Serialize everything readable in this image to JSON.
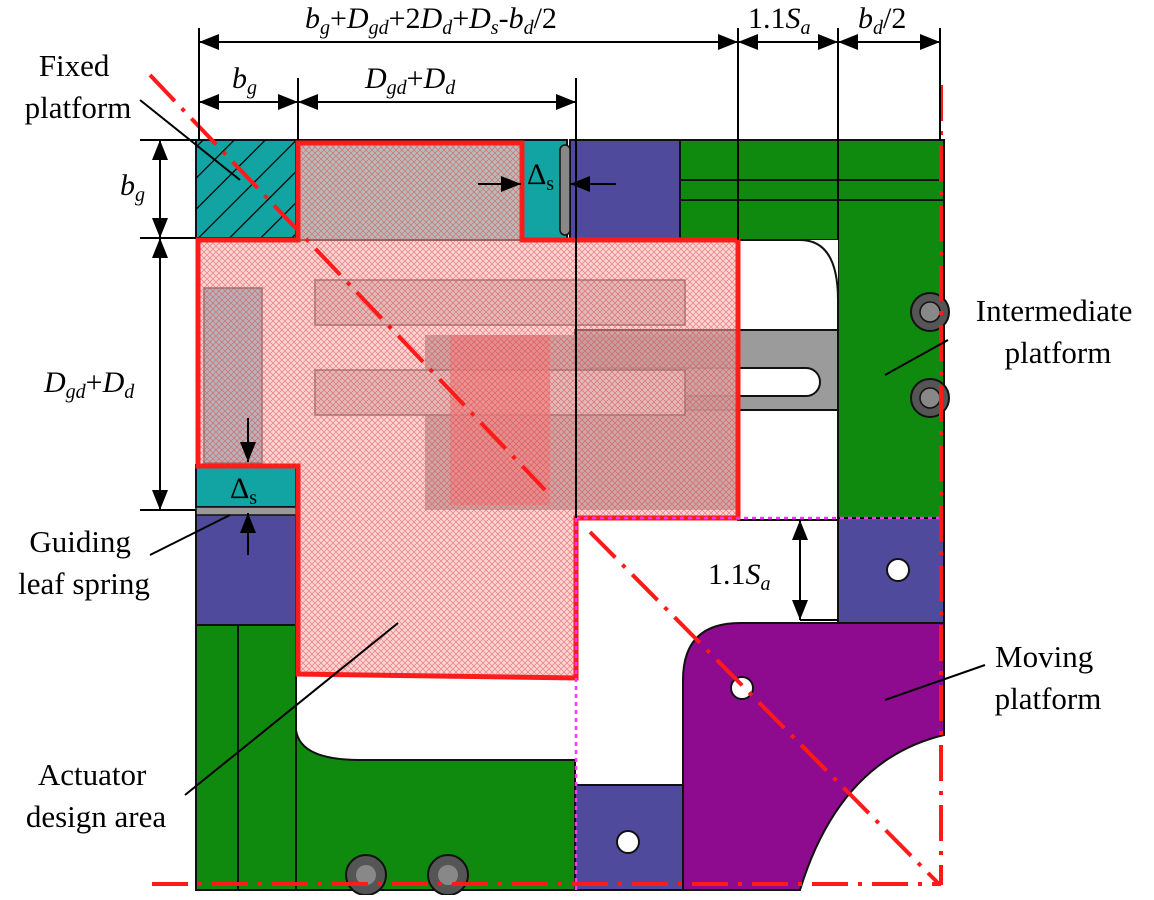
{
  "labels": {
    "fixed_platform": [
      "Fixed",
      "platform"
    ],
    "intermediate_platform": [
      "Intermediate",
      "platform"
    ],
    "guiding_leaf_spring": [
      "Guiding",
      "leaf spring"
    ],
    "moving_platform": [
      "Moving",
      "platform"
    ],
    "actuator_design_area": [
      "Actuator",
      "design area"
    ]
  },
  "dimensions": {
    "top_total": {
      "b": "b",
      "g": "g",
      "p1": "+",
      "D1": "D",
      "gd": "gd",
      "p2": "+2",
      "D2": "D",
      "d1": "d",
      "p3": "+",
      "D3": "D",
      "s": "s",
      "m": "-",
      "b2": "b",
      "d2": "d",
      "tail": "/2"
    },
    "top_sa": {
      "pre": "1.1",
      "S": "S",
      "a": "a"
    },
    "top_bd": {
      "b": "b",
      "d": "d",
      "tail": "/2"
    },
    "second_bg": {
      "b": "b",
      "g": "g"
    },
    "second_dgd": {
      "D1": "D",
      "gd": "gd",
      "p": "+",
      "D2": "D",
      "d": "d"
    },
    "left_bg": {
      "b": "b",
      "g": "g"
    },
    "left_dgd": {
      "D1": "D",
      "gd": "gd",
      "p": "+",
      "D2": "D",
      "d": "d"
    },
    "delta_s_top": {
      "delta": "Δ",
      "s": "s"
    },
    "delta_s_left": {
      "delta": "Δ",
      "s": "s"
    },
    "gap_sa": {
      "pre": "1.1",
      "S": "S",
      "a": "a"
    }
  },
  "colors": {
    "green": "#0f8a0f",
    "navy": "#4f4a9b",
    "teal": "#12a3a3",
    "purple": "#8e0a8e",
    "grey": "#9b9b9b",
    "red_boundary": "#ff1a1a",
    "magenta_dotted": "#ff33ff"
  }
}
